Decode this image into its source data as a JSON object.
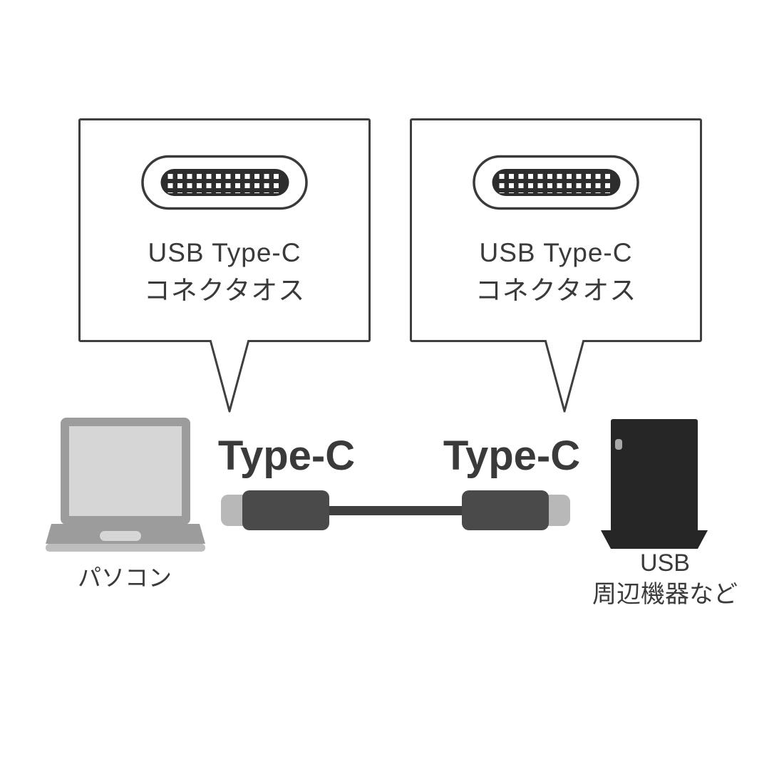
{
  "callouts": {
    "left": {
      "line1": "USB Type-C",
      "line2": "コネクタオス"
    },
    "right": {
      "line1": "USB Type-C",
      "line2": "コネクタオス"
    }
  },
  "cable": {
    "left_label": "Type-C",
    "right_label": "Type-C"
  },
  "devices": {
    "laptop_label": "パソコン",
    "peripheral": {
      "line1": "USB",
      "line2": "周辺機器など"
    }
  },
  "icons": {
    "connector_face": "usb-c-connector-face-icon",
    "laptop": "laptop-icon",
    "cable": "usb-c-cable-icon",
    "peripheral": "external-drive-icon"
  },
  "colors": {
    "outline": "#3f3f3f",
    "text": "#3a3a3a",
    "connector_pill": "#2d2d2d",
    "pin_white": "#ffffff",
    "cable_body_gray": "#4a4a4a",
    "cable_tip_gray": "#b8b8b8",
    "laptop_gray": "#9c9c9c",
    "laptop_screen_light": "#d6d6d6",
    "peripheral_dark": "#262626",
    "background": "#ffffff"
  }
}
